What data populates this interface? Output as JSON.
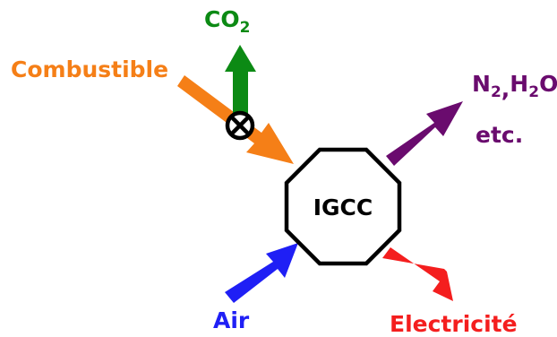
{
  "diagram": {
    "center_label": "IGCC",
    "inputs": {
      "fuel": "Combustible",
      "air": "Air"
    },
    "outputs": {
      "co2": {
        "main": "CO",
        "sub": "2"
      },
      "emissions": {
        "n": "N",
        "n_sub": "2",
        "sep": ",",
        "h": "H",
        "h_sub": "2",
        "o": "O",
        "etc": "etc."
      },
      "electricity": "Electricité"
    },
    "icons": {
      "capture": "circled-times-icon"
    },
    "colors": {
      "fuel": "#f57f17",
      "co2": "#0c8a14",
      "emissions": "#6a0b6e",
      "electricity": "#f41e1e",
      "air": "#1f1ff5",
      "outline": "#000000"
    }
  }
}
